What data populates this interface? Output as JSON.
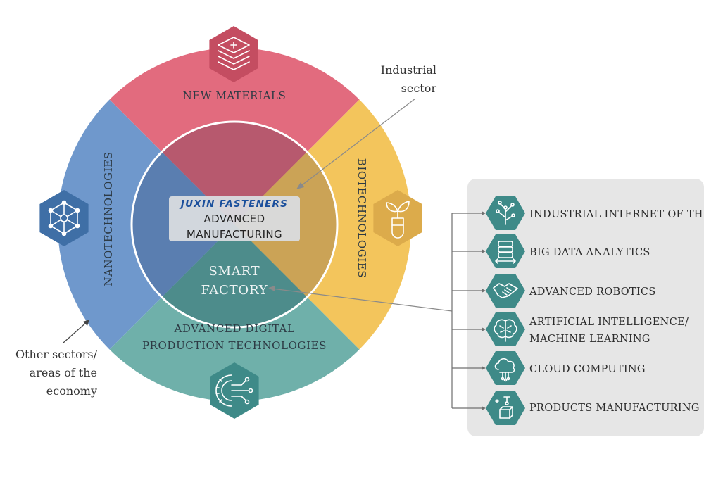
{
  "diagram": {
    "outer_sectors": {
      "top": "NEW MATERIALS",
      "right": "BIOTECHNOLOGIES",
      "bottom_line1": "ADVANCED DIGITAL",
      "bottom_line2": "PRODUCTION TECHNOLOGIES",
      "left": "NANOTECHNOLOGIES"
    },
    "center": {
      "brand": "JUXIN FASTENERS",
      "line1": "ADVANCED",
      "line2": "MANUFACTURING"
    },
    "smart_factory": {
      "line1": "SMART",
      "line2": "FACTORY"
    },
    "annotations": {
      "industrial_line1": "Industrial",
      "industrial_line2": "sector",
      "other_line1": "Other sectors/",
      "other_line2": "areas of the",
      "other_line3": "economy"
    },
    "technologies": [
      {
        "label1": "INDUSTRIAL INTERNET OF THINGS",
        "label2": "",
        "icon": "circuit-tree-icon"
      },
      {
        "label1": "BIG DATA ANALYTICS",
        "label2": "",
        "icon": "database-icon"
      },
      {
        "label1": "ADVANCED ROBOTICS",
        "label2": "",
        "icon": "handshake-icon"
      },
      {
        "label1": "ARTIFICIAL INTELLIGENCE/",
        "label2": "MACHINE LEARNING",
        "icon": "brain-icon"
      },
      {
        "label1": "CLOUD COMPUTING",
        "label2": "",
        "icon": "cloud-icon"
      },
      {
        "label1": "PRODUCTS MANUFACTURING",
        "label2": "",
        "icon": "robot-arm-icon"
      }
    ],
    "colors": {
      "new_materials": "#e26b7e",
      "biotechnologies": "#f3c55c",
      "digital_production": "#6fb0aa",
      "nanotechnologies": "#6f98cc",
      "hex_red": "#c44d61",
      "hex_yellow": "#dcab4b",
      "hex_teal": "#3e8a88",
      "hex_blue": "#3f6fa6",
      "tech_panel": "#e6e6e6"
    }
  }
}
